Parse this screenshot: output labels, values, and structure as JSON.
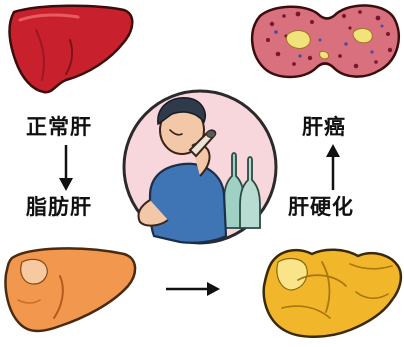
{
  "stages": {
    "normal": "正常肝",
    "fatty": "脂肪肝",
    "cirrhosis": "肝硬化",
    "cancer": "肝癌"
  },
  "colors": {
    "normal_liver": "#c9202e",
    "fatty_liver": "#f2974e",
    "cirrhotic_liver": "#f2b62a",
    "cancer_tissue": "#d9707e",
    "circle_background": "#f8d7dc",
    "shirt": "#3f74b5"
  },
  "icons": [
    "normal-liver-icon",
    "fatty-liver-icon",
    "cirrhotic-liver-icon",
    "cancerous-liver-icon",
    "drinking-man-illustration",
    "arrow-down-icon",
    "arrow-right-icon",
    "arrow-up-icon"
  ]
}
